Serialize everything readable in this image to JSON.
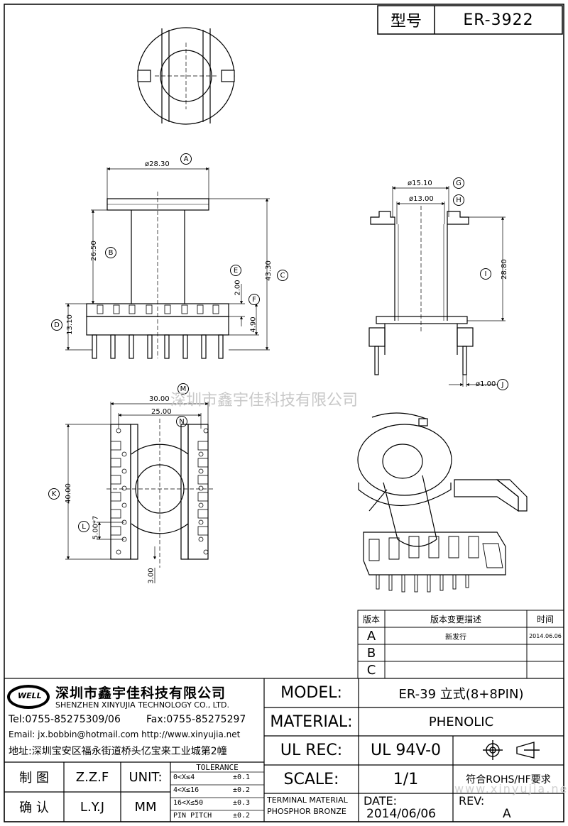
{
  "title_block": {
    "model_label": "型号",
    "model_value": "ER-3922"
  },
  "dimensions": {
    "a": "ø28.30",
    "b": "26.50",
    "c": "43.30",
    "d": "13.10",
    "e": "2.00",
    "f": "4.90",
    "g": "ø15.10",
    "h": "ø13.00",
    "i": "28.80",
    "j": "ø1.00",
    "m": "30.00",
    "n": "25.00",
    "k": "40.00",
    "l": "5.00*7",
    "p": "3.00"
  },
  "callouts": [
    "A",
    "B",
    "C",
    "D",
    "E",
    "F",
    "G",
    "H",
    "I",
    "J",
    "K",
    "L",
    "M",
    "N"
  ],
  "watermark": "深圳市鑫宇佳科技有限公司",
  "watermark_url": "www.xinyujia.net",
  "revision_table": {
    "headers": [
      "版本",
      "版本变更描述",
      "时间"
    ],
    "rows": [
      {
        "rev": "A",
        "desc": "新发行",
        "date": "2014.06.06"
      },
      {
        "rev": "B",
        "desc": "",
        "date": ""
      },
      {
        "rev": "C",
        "desc": "",
        "date": ""
      }
    ]
  },
  "company": {
    "logo_text": "WELL",
    "name_cn": "深圳市鑫宇佳科技有限公司",
    "name_en": "SHENZHEN XINYUJIA TECHNOLOGY CO., LTD.",
    "tel": "Tel:0755-85275309/06",
    "fax": "Fax:0755-85275297",
    "email": "Email: jx.bobbin@hotmail.com http://www.xinyujia.net",
    "address": "地址:深圳宝安区福永街道桥头亿宝来工业城第2幢"
  },
  "signoff": {
    "draw_label": "制 图",
    "draw_value": "Z.Z.F",
    "check_label": "确 认",
    "check_value": "L.Y.J",
    "unit_label": "UNIT:",
    "unit_value": "MM"
  },
  "tolerance": {
    "title": "TOLERANCE",
    "rows": [
      {
        "range": "0<X≤4",
        "value": "±0.1"
      },
      {
        "range": "4<X≤16",
        "value": "±0.2"
      },
      {
        "range": "16<X≤50",
        "value": "±0.3"
      },
      {
        "range": "PIN PITCH",
        "value": "±0.2"
      }
    ]
  },
  "spec": {
    "model_label": "MODEL:",
    "model_value": "ER-39 立式(8+8PIN)",
    "material_label": "MATERIAL:",
    "material_value": "PHENOLIC",
    "ulrec_label": "UL REC:",
    "ulrec_value": "UL 94V-0",
    "scale_label": "SCALE:",
    "scale_value": "1/1",
    "rohs": "符合ROHS/HF要求",
    "terminal_line1": "TERMINAL MATERIAL",
    "terminal_line2": "PHOSPHOR BRONZE",
    "date_label": "DATE:",
    "date_value": "2014/06/06",
    "rev_label": "REV:",
    "rev_value": "A"
  }
}
